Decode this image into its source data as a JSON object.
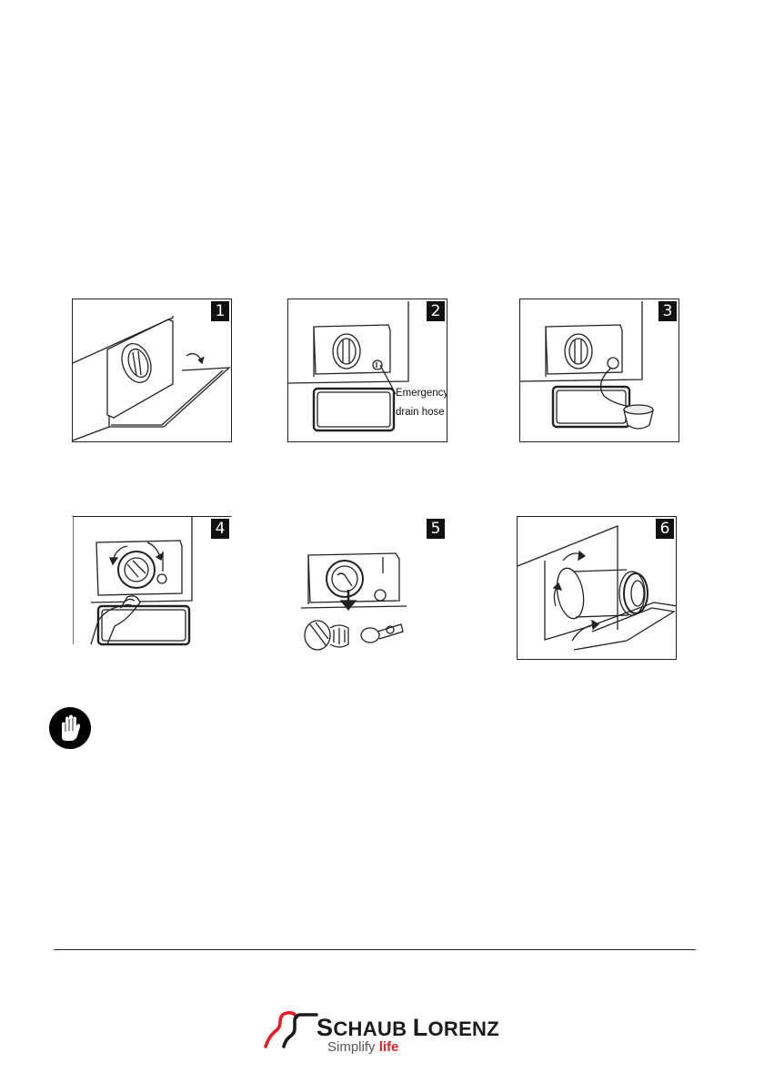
{
  "steps": [
    {
      "number": "1"
    },
    {
      "number": "2",
      "callout_line1": "Emergency",
      "callout_line2": "drain hose"
    },
    {
      "number": "3"
    },
    {
      "number": "4"
    },
    {
      "number": "5"
    },
    {
      "number": "6"
    }
  ],
  "warning": {
    "icon": "stop-hand-icon"
  },
  "logo": {
    "name_first_initial": "S",
    "name_first_rest": "CHAUB",
    "name_second_initial": "L",
    "name_second_rest": "ORENZ",
    "tagline_main": "Simplify",
    "tagline_accent": "life",
    "accent_color": "#e21f26"
  }
}
